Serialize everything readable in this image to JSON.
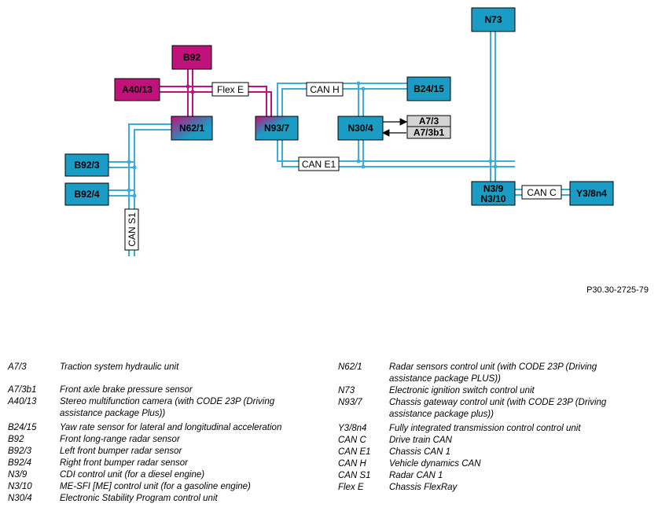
{
  "components": {
    "n73": "N73",
    "b92": "B92",
    "a40_13": "A40/13",
    "n62_1": "N62/1",
    "n93_7": "N93/7",
    "b24_15": "B24/15",
    "n30_4": "N30/4",
    "a7_3": "A7/3",
    "a7_3b1": "A7/3b1",
    "b92_3": "B92/3",
    "b92_4": "B92/4",
    "n3_9": "N3/9",
    "n3_10": "N3/10",
    "y3_8n4": "Y3/8n4"
  },
  "buses": {
    "flex_e": "Flex E",
    "can_h": "CAN H",
    "can_e1": "CAN E1",
    "can_c": "CAN C",
    "can_s1": "CAN S1"
  },
  "colors": {
    "control_unit": "#1a9cc4",
    "radar": "#c0127a",
    "module_grey": "#d4d4d4",
    "can_wire": "#3aaed8",
    "flexray_wire": "#c0127a"
  },
  "figure_ref": "P30.30-2725-79",
  "legend_left": [
    {
      "code": "A7/3",
      "desc": "Traction system hydraulic unit"
    },
    {
      "code": "A7/3b1",
      "desc": "Front axle brake pressure sensor"
    },
    {
      "code": "A40/13",
      "desc": "Stereo multifunction camera (with CODE 23P (Driving assistance package Plus))"
    },
    {
      "code": "B24/15",
      "desc": "Yaw rate sensor for lateral and longitudinal acceleration"
    },
    {
      "code": "B92",
      "desc": "Front long-range radar sensor"
    },
    {
      "code": "B92/3",
      "desc": "Left front bumper radar sensor"
    },
    {
      "code": "B92/4",
      "desc": "Right front bumper radar sensor"
    },
    {
      "code": "N3/9",
      "desc": "CDI control unit (for a diesel engine)"
    },
    {
      "code": "N3/10",
      "desc": "ME-SFI [ME] control unit (for a gasoline engine)"
    },
    {
      "code": "N30/4",
      "desc": "Electronic Stability Program control unit"
    }
  ],
  "legend_right": [
    {
      "code": "N62/1",
      "desc": "Radar sensors control unit (with CODE 23P (Driving assistance package PLUS))"
    },
    {
      "code": "N73",
      "desc": "Electronic ignition switch control unit"
    },
    {
      "code": "N93/7",
      "desc": "Chassis gateway control unit (with CODE 23P (Driving assistance package plus))"
    },
    {
      "code": "Y3/8n4",
      "desc": "Fully integrated transmission control control unit"
    },
    {
      "code": "CAN C",
      "desc": "Drive train CAN"
    },
    {
      "code": "CAN E1",
      "desc": "Chassis CAN 1"
    },
    {
      "code": "CAN H",
      "desc": "Vehicle dynamics CAN"
    },
    {
      "code": "CAN S1",
      "desc": "Radar CAN 1"
    },
    {
      "code": "Flex E",
      "desc": "Chassis FlexRay"
    }
  ]
}
